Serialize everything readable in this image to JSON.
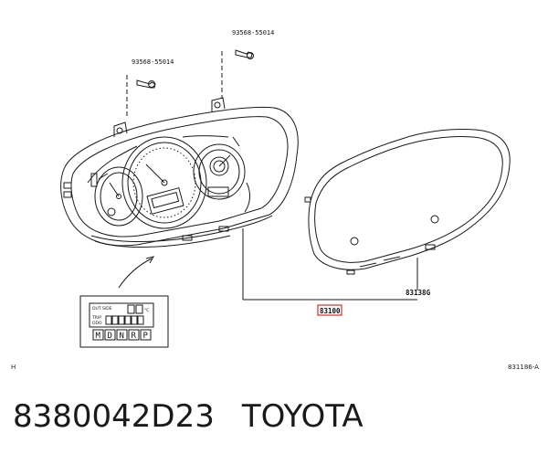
{
  "diagram": {
    "callouts": {
      "screw_left": "93568-55014",
      "screw_right": "93568-55014",
      "glass": "83138G",
      "meter_assy": "83100"
    },
    "display_inset": {
      "label_outside": "OUT SIDE",
      "label_degree": "°C",
      "label_trip_a": "TRIP",
      "label_trip_b": "ODO",
      "mode_letters": [
        "M",
        "D",
        "N",
        "R",
        "P"
      ]
    },
    "corner_left": "H",
    "ref_code": "831186-A"
  },
  "footer": {
    "part_number": "8380042D23",
    "brand": "TOYOTA"
  },
  "colors": {
    "line": "#1a1a1a",
    "highlight_box": "#d40000"
  }
}
